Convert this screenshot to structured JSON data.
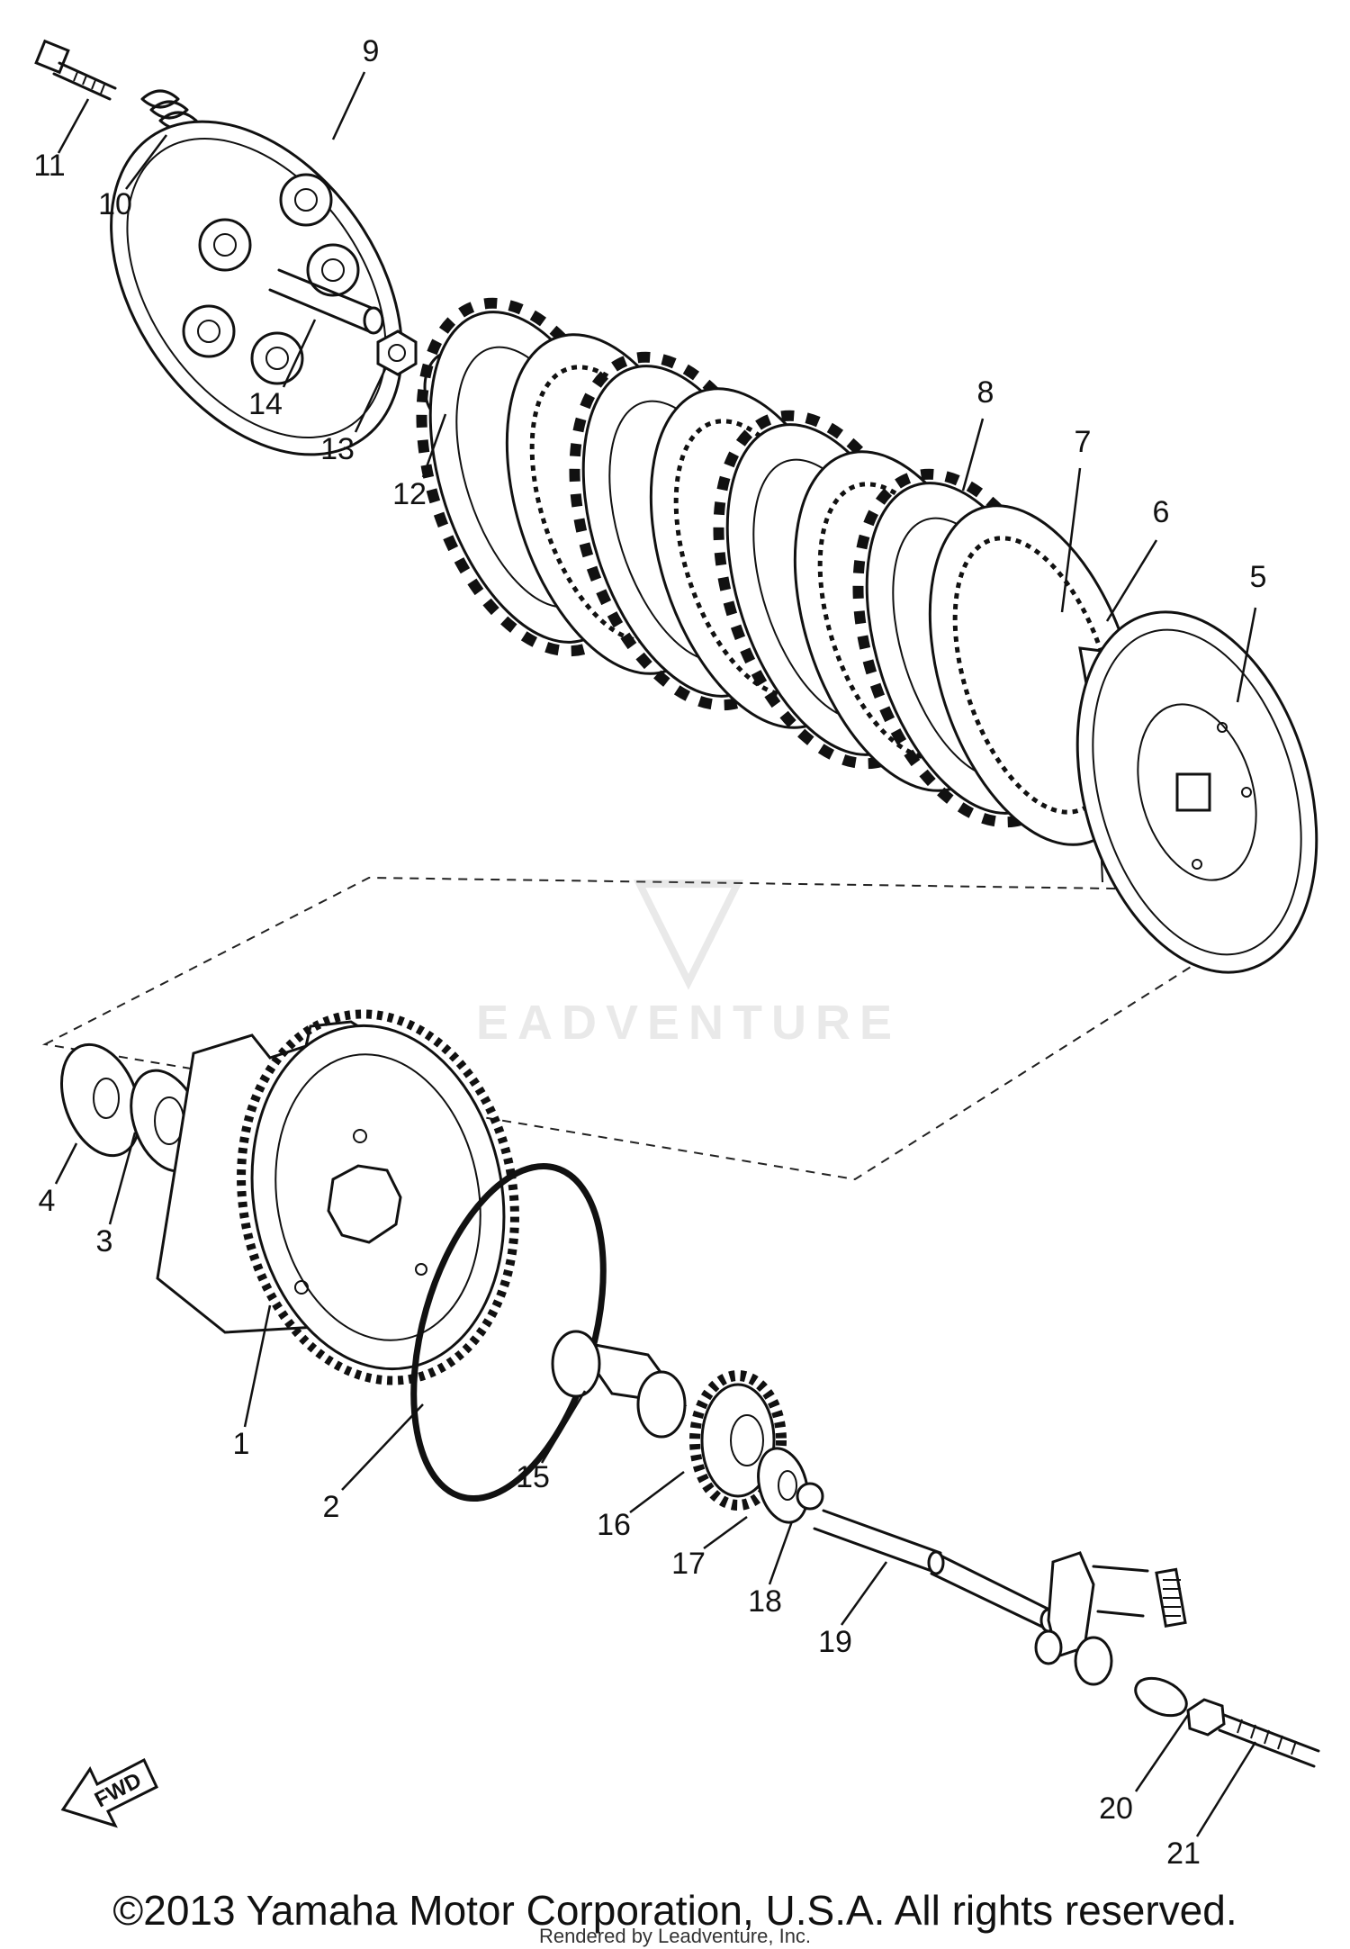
{
  "diagram": {
    "part_labels": [
      "1",
      "2",
      "3",
      "4",
      "5",
      "6",
      "7",
      "8",
      "9",
      "10",
      "11",
      "12",
      "13",
      "14",
      "15",
      "16",
      "17",
      "18",
      "19",
      "20",
      "21"
    ],
    "direction_marker": "FWD"
  },
  "watermark": {
    "text": "EADVENTURE"
  },
  "footer": {
    "copyright": "©2013 Yamaha Motor Corporation, U.S.A. All rights reserved.",
    "rendered_by": "Rendered by Leadventure, Inc."
  }
}
